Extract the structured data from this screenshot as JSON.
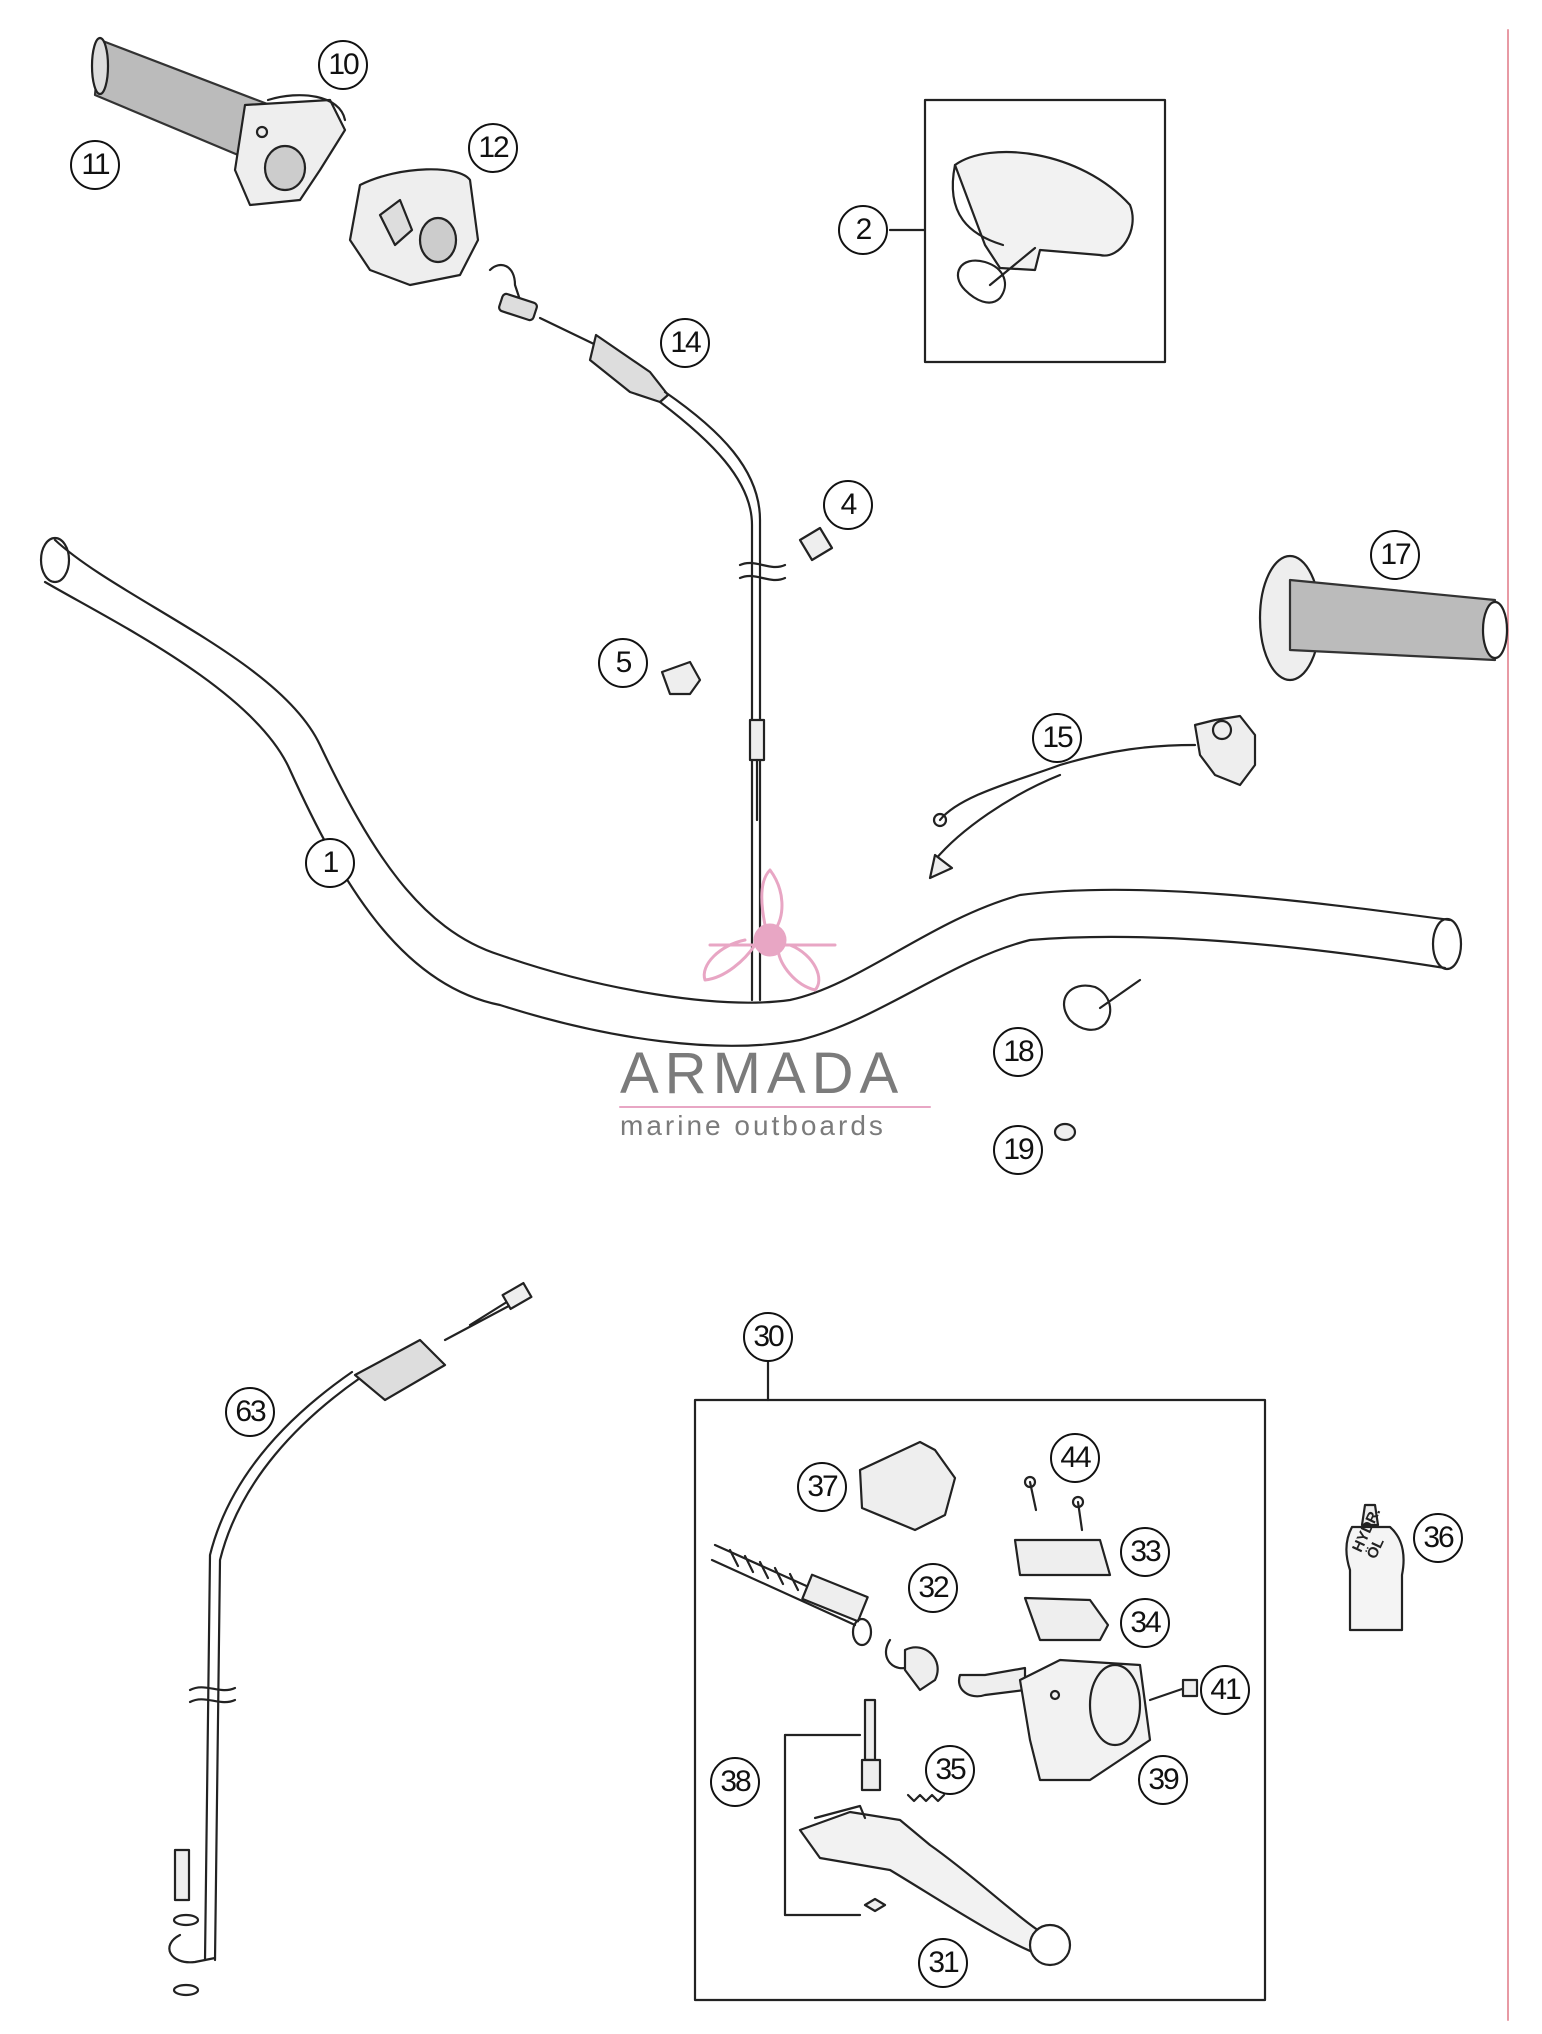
{
  "callouts": {
    "c1": "1",
    "c2": "2",
    "c4": "4",
    "c5": "5",
    "c10": "10",
    "c11": "11",
    "c12": "12",
    "c14": "14",
    "c15": "15",
    "c17": "17",
    "c18": "18",
    "c19": "19",
    "c30": "30",
    "c31": "31",
    "c32": "32",
    "c33": "33",
    "c34": "34",
    "c35": "35",
    "c36": "36",
    "c37": "37",
    "c38": "38",
    "c39": "39",
    "c41": "41",
    "c44": "44",
    "c63": "63"
  },
  "logo": {
    "name": "ARMADA",
    "tagline": "marine outboards",
    "accent_color": "#e8a6c4",
    "text_color": "#7b7b7b"
  },
  "oil_bottle_label": "HYDR. ÖL",
  "colors": {
    "line": "#222222",
    "border_accent": "#e89aa4"
  }
}
